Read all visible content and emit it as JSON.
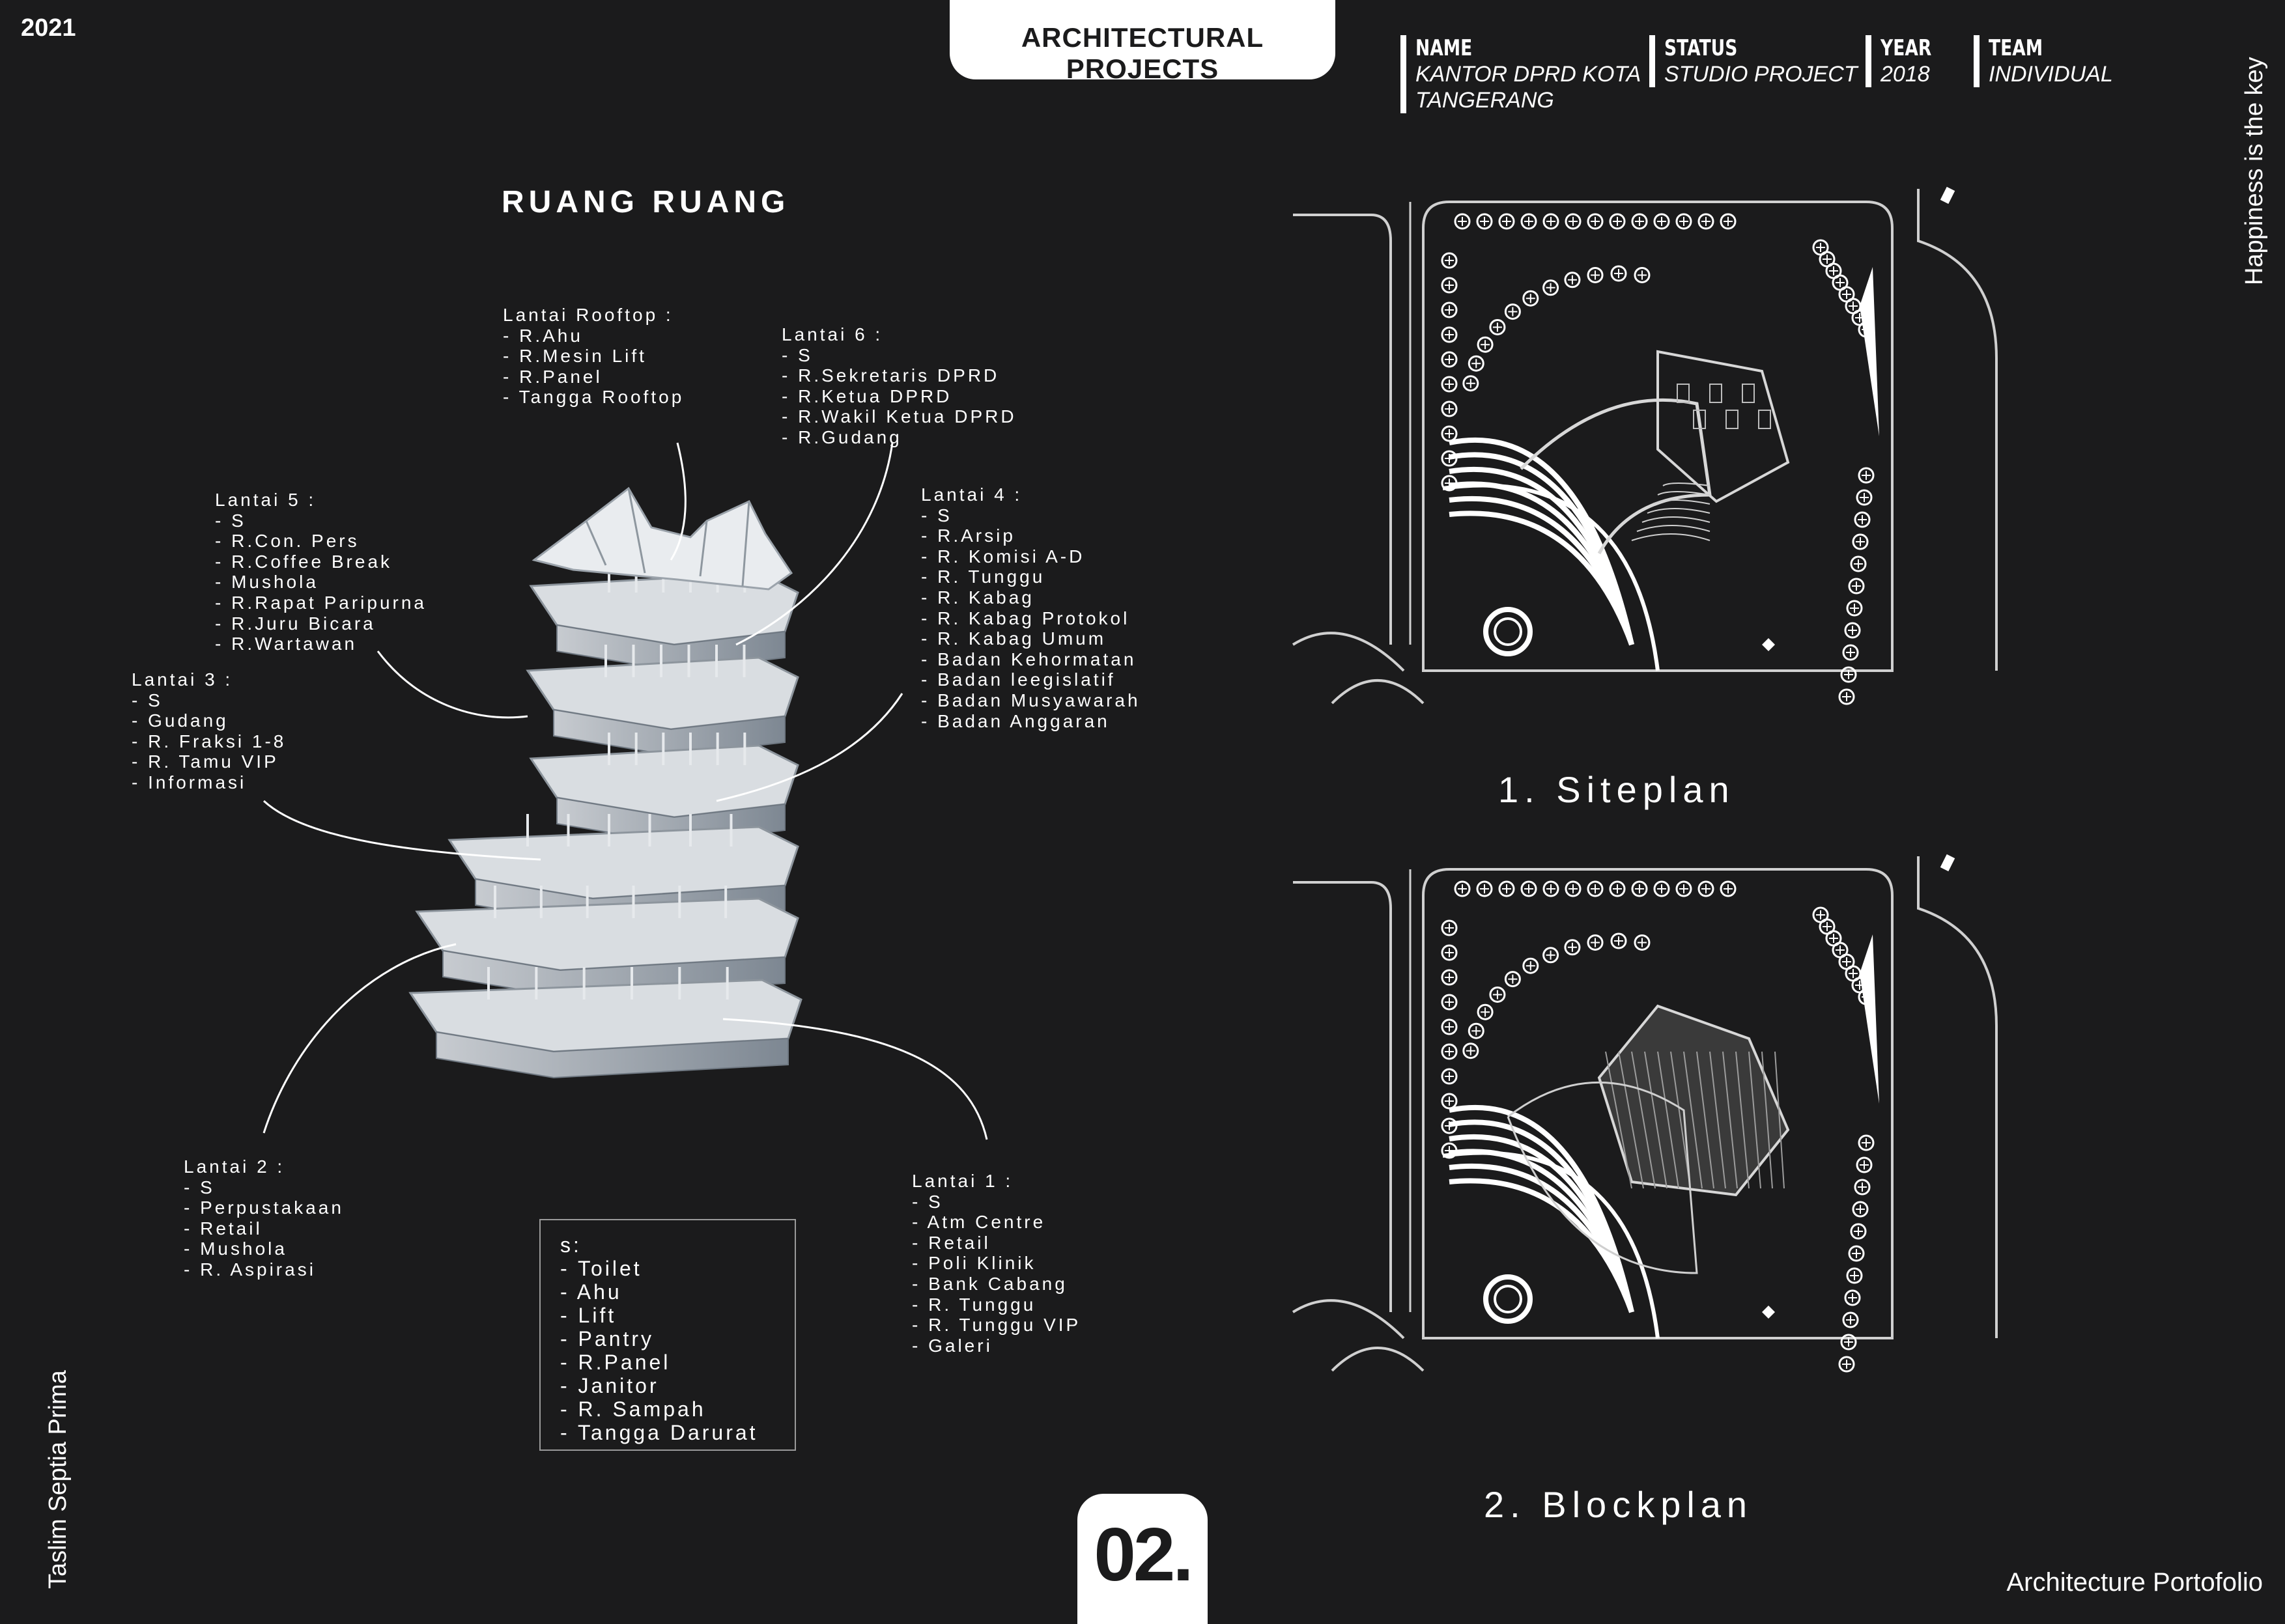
{
  "header": {
    "year": "2021",
    "tab_title": "ARCHITECTURAL PROJECTS",
    "meta": [
      {
        "key": "NAME",
        "value": "KANTOR DPRD KOTA\nTANGERANG"
      },
      {
        "key": "STATUS",
        "value": "STUDIO PROJECT"
      },
      {
        "key": "YEAR",
        "value": "2018"
      },
      {
        "key": "TEAM",
        "value": "INDIVIDUAL"
      }
    ]
  },
  "side": {
    "right_vertical": "Happiness is the key",
    "left_vertical": "Taslim Septia Prima",
    "footer": "Architecture Portofolio",
    "page_number": "02."
  },
  "left": {
    "heading": "RUANG RUANG",
    "floors": {
      "rooftop": "Lantai Rooftop :\n- R.Ahu\n- R.Mesin Lift\n- R.Panel\n- Tangga Rooftop",
      "lt6": "Lantai 6 :\n- S\n- R.Sekretaris DPRD\n- R.Ketua DPRD\n- R.Wakil Ketua DPRD\n- R.Gudang",
      "lt5": "Lantai 5 :\n- S\n- R.Con. Pers\n- R.Coffee Break\n- Mushola\n- R.Rapat Paripurna\n- R.Juru Bicara\n- R.Wartawan",
      "lt4": "Lantai 4 :\n- S\n- R.Arsip\n- R. Komisi A-D\n- R. Tunggu\n- R. Kabag\n- R. Kabag Protokol\n- R. Kabag Umum\n- Badan Kehormatan\n- Badan leegislatif\n- Badan Musyawarah\n- Badan Anggaran",
      "lt3": "Lantai 3 :\n- S\n- Gudang\n- R. Fraksi 1-8\n- R. Tamu VIP\n- Informasi",
      "lt2": "Lantai 2 :\n- S\n- Perpustakaan\n- Retail\n- Mushola\n- R. Aspirasi",
      "lt1": "Lantai 1 :\n- S\n- Atm Centre\n- Retail\n- Poli Klinik\n- Bank Cabang\n- R. Tunggu\n- R. Tunggu VIP\n- Galeri"
    },
    "legend": "s:\n- Toilet\n- Ahu\n- Lift\n- Pantry\n- R.Panel\n- Janitor\n- R. Sampah\n- Tangga Darurat"
  },
  "right": {
    "caption1": "1. Siteplan",
    "caption2": "2. Blockplan"
  }
}
